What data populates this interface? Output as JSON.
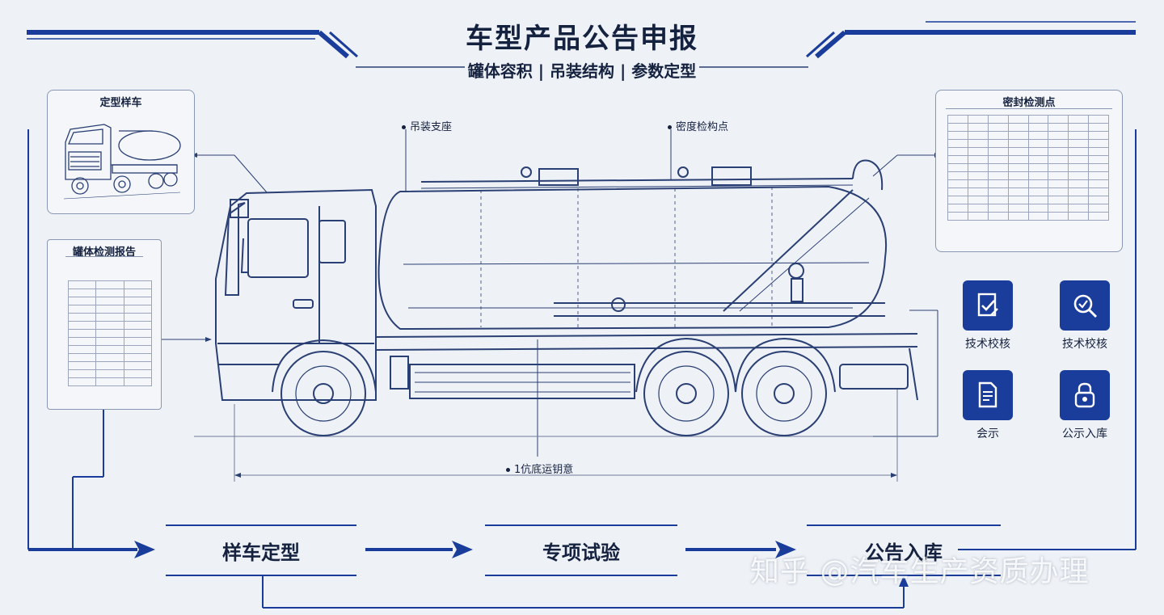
{
  "title": "车型产品公告申报",
  "subtitle": "罐体容积 | 吊装结构 | 参数定型",
  "panels": {
    "sample_vehicle": "定型样车",
    "tank_report": "罐体检测报告",
    "seal_test": "密封检测点"
  },
  "callouts": {
    "hoist_support": "吊装支座",
    "seal_point": "密度检构点",
    "base_dimension": "1伉底运钥意"
  },
  "side_icons": [
    {
      "icon": "document-check-icon",
      "label": "技术校核"
    },
    {
      "icon": "magnifier-check-icon",
      "label": "技术校核"
    },
    {
      "icon": "document-list-icon",
      "label": "会示"
    },
    {
      "icon": "lock-shield-icon",
      "label": "公示入库"
    }
  ],
  "steps": [
    "样车定型",
    "专项试验",
    "公告入库"
  ],
  "watermark": "知乎 @汽车生产资质办理",
  "colors": {
    "accent": "#1a3c9a",
    "line": "#2a3f73",
    "background": "#eef1f6"
  }
}
